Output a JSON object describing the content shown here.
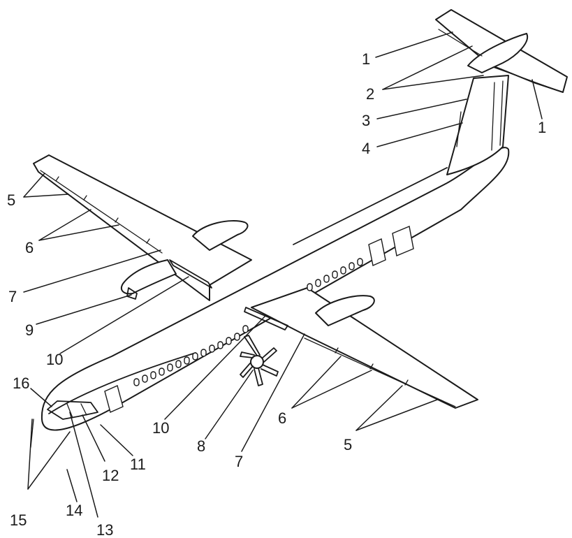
{
  "callouts": [
    {
      "id": "c1a",
      "text": "1"
    },
    {
      "id": "c1b",
      "text": "1"
    },
    {
      "id": "c2",
      "text": "2"
    },
    {
      "id": "c3",
      "text": "3"
    },
    {
      "id": "c4",
      "text": "4"
    },
    {
      "id": "c5a",
      "text": "5"
    },
    {
      "id": "c5b",
      "text": "5"
    },
    {
      "id": "c6a",
      "text": "6"
    },
    {
      "id": "c6b",
      "text": "6"
    },
    {
      "id": "c7a",
      "text": "7"
    },
    {
      "id": "c7b",
      "text": "7"
    },
    {
      "id": "c8",
      "text": "8"
    },
    {
      "id": "c9",
      "text": "9"
    },
    {
      "id": "c10a",
      "text": "10"
    },
    {
      "id": "c10b",
      "text": "10"
    },
    {
      "id": "c11",
      "text": "11"
    },
    {
      "id": "c12",
      "text": "12"
    },
    {
      "id": "c13",
      "text": "13"
    },
    {
      "id": "c14",
      "text": "14"
    },
    {
      "id": "c15",
      "text": "15"
    },
    {
      "id": "c16",
      "text": "16"
    }
  ]
}
